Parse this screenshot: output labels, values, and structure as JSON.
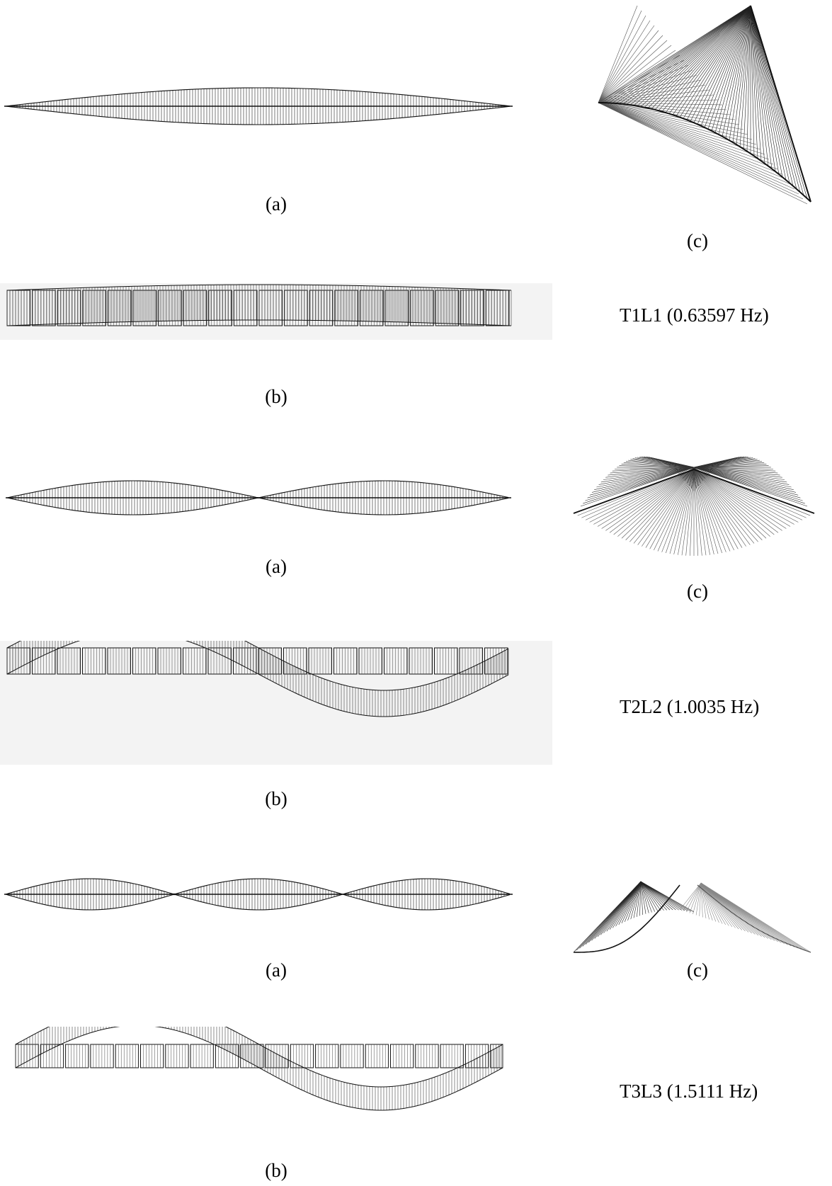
{
  "modes": [
    {
      "label": "T1L1 (0.63597 Hz)",
      "captions": {
        "a": "(a)",
        "b": "(b)",
        "c": "(c)"
      }
    },
    {
      "label": "T2L2 (1.0035 Hz)",
      "captions": {
        "a": "(a)",
        "b": "(b)",
        "c": "(c)"
      }
    },
    {
      "label": "T3L3 (1.5111 Hz)",
      "captions": {
        "a": "(a)",
        "b": "(b)",
        "c": "(c)"
      }
    }
  ],
  "colors": {
    "ink": "#111111",
    "grid": "#444444",
    "panel_bg": "#f3f3f3"
  }
}
